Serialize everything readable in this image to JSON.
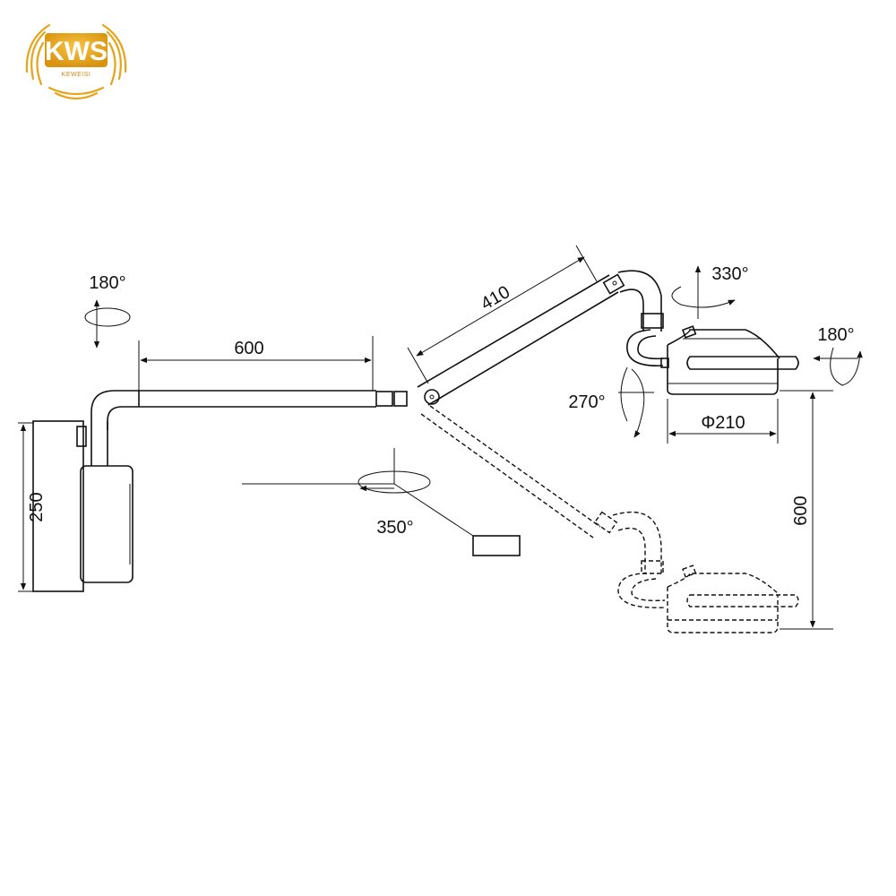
{
  "logo": {
    "brand": "KWS",
    "subtitle": "KEWEISI",
    "gold": "#e8a317",
    "gold_dark": "#c98a10"
  },
  "dimensions": {
    "mount_height": "250",
    "horizontal_arm_length": "600",
    "spring_arm_length": "410",
    "lamp_head_diameter": "Φ210",
    "vertical_drop": "600"
  },
  "rotations": {
    "wall_rotation": "180°",
    "arm_rotation": "350°",
    "yoke_rotation": "330°",
    "head_tilt": "270°",
    "head_rotation": "180°"
  },
  "colors": {
    "line": "#111111",
    "background": "#ffffff"
  }
}
